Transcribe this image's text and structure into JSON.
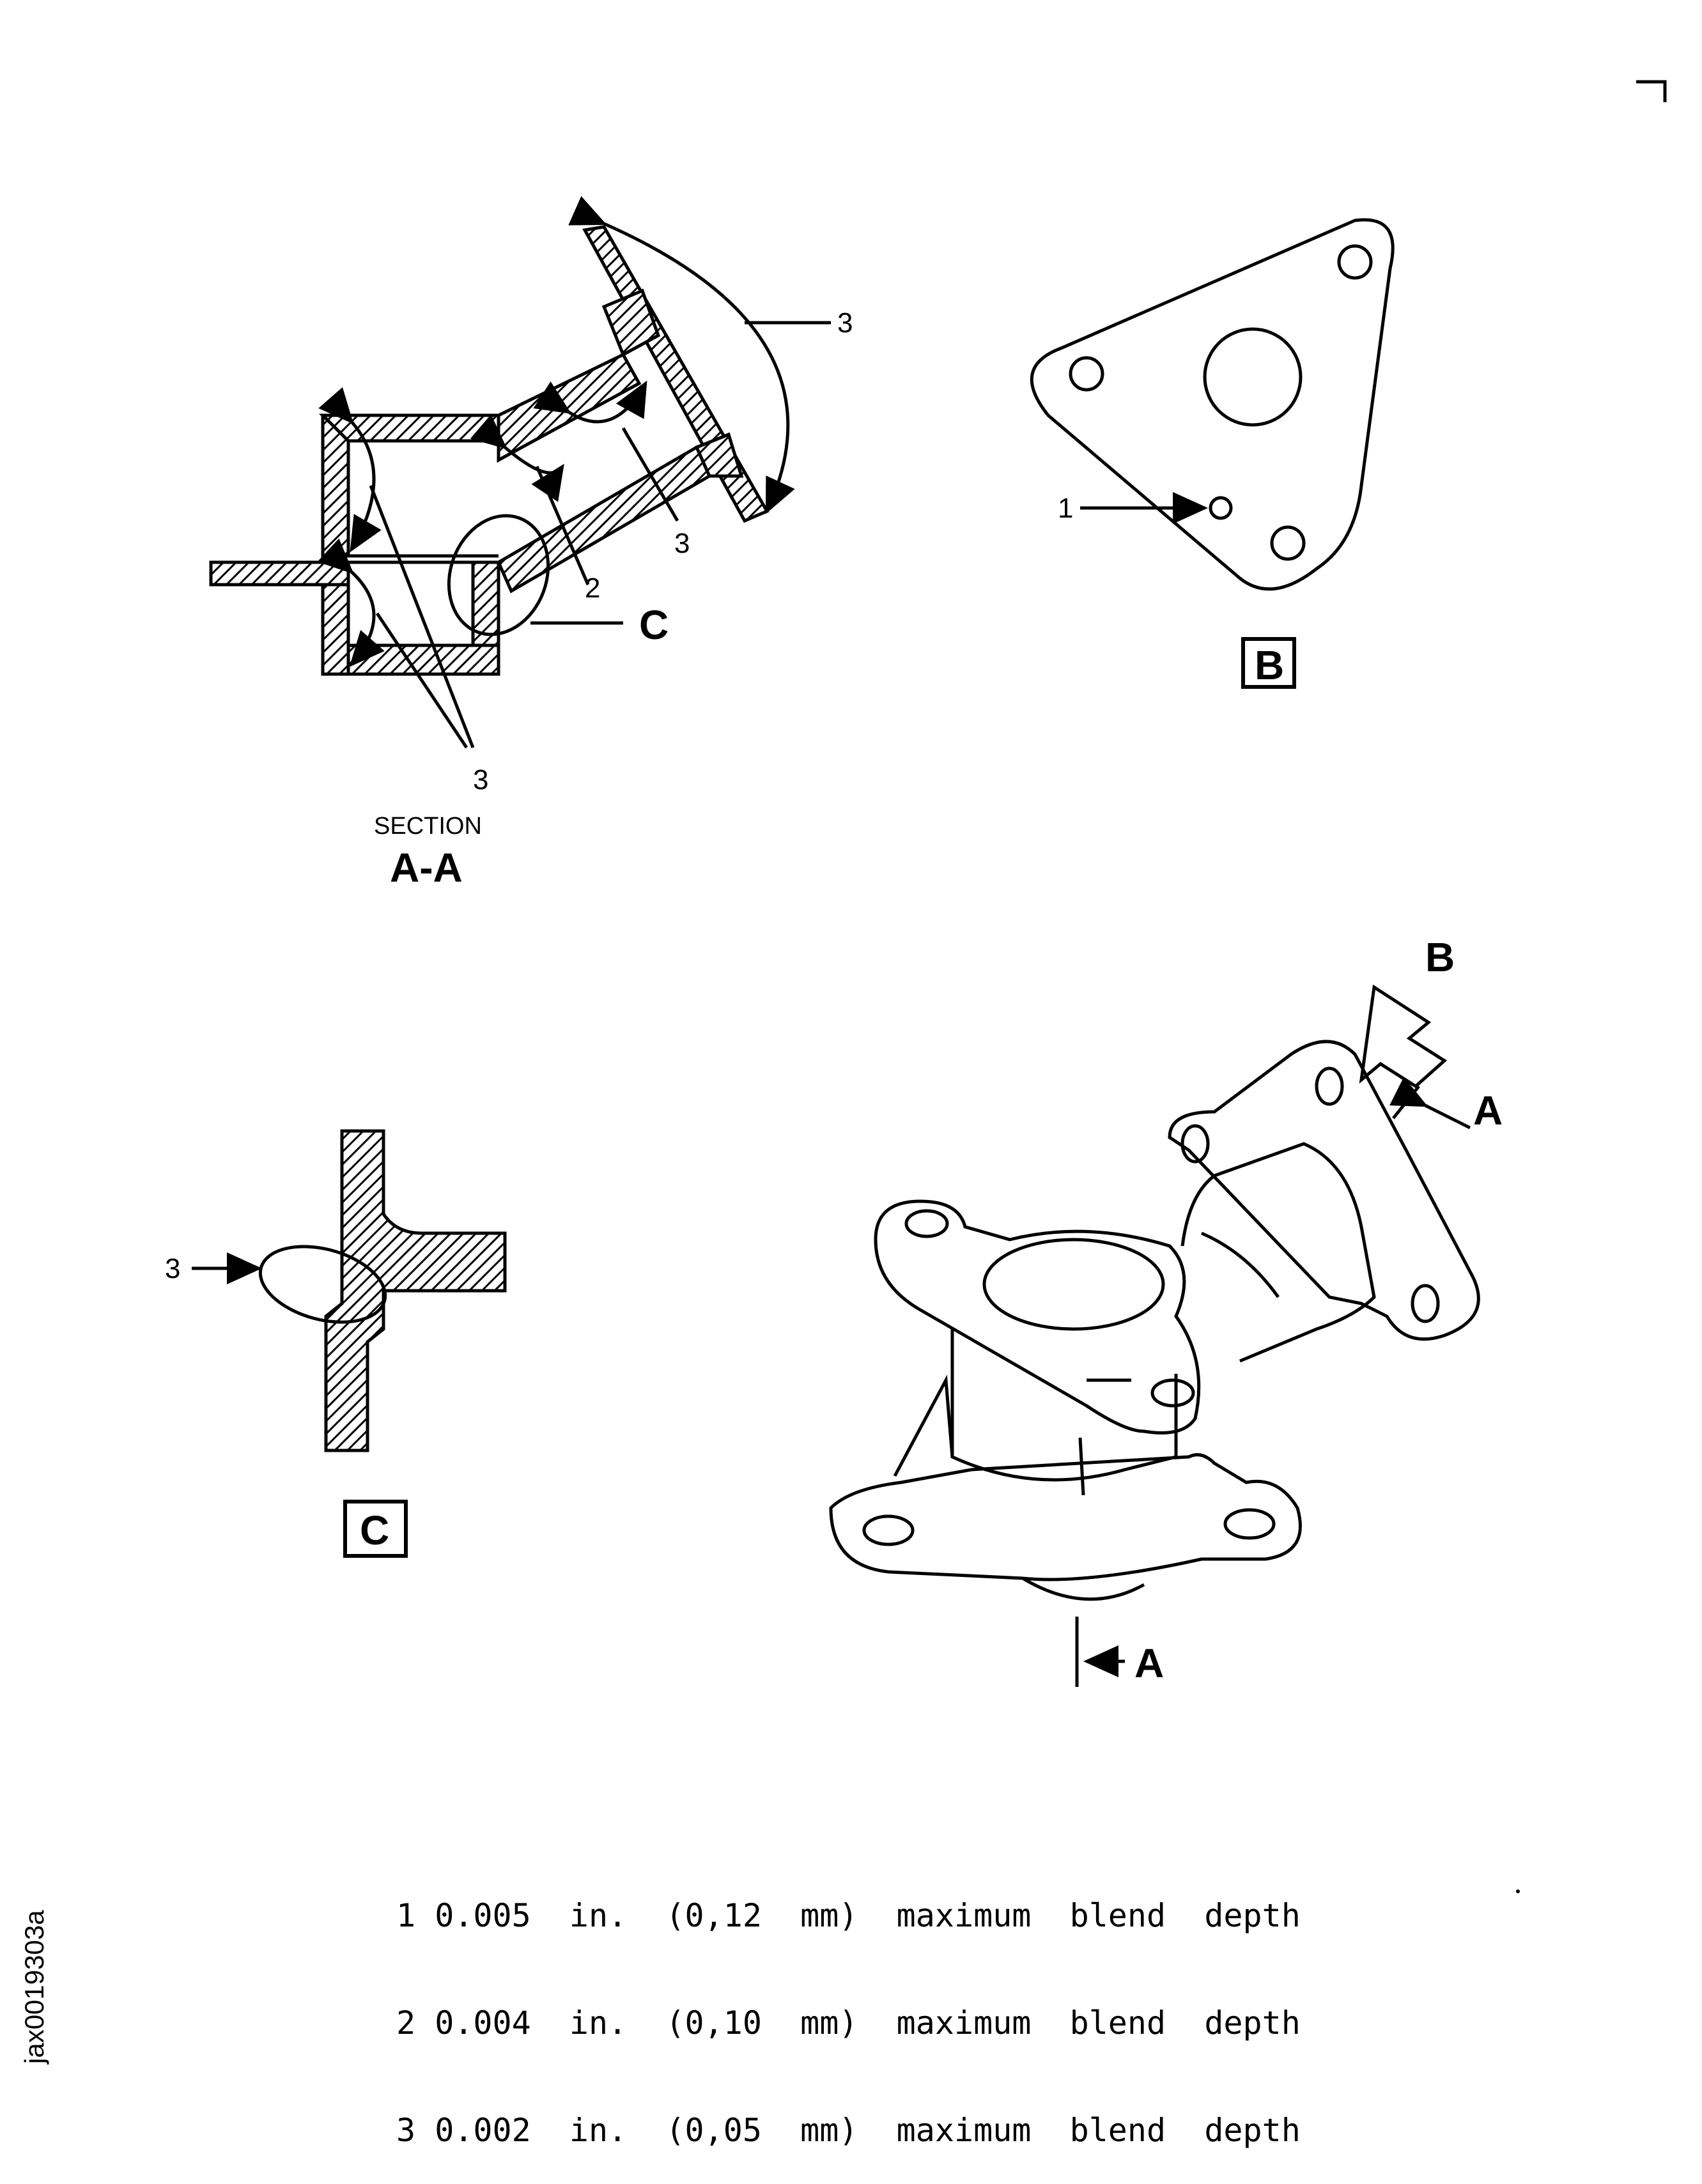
{
  "figure_id": "jax0019303a",
  "section_aa": {
    "word": "SECTION",
    "name": "A-A",
    "callouts": [
      "3",
      "3",
      "2",
      "3",
      "3"
    ],
    "detail_ref": "C"
  },
  "view_b": {
    "name": "B",
    "callout": "1"
  },
  "detail_c": {
    "name": "C",
    "callout": "3"
  },
  "iso_view": {
    "view_arrow": "B",
    "section_mark_upper": "A",
    "section_mark_lower": "A"
  },
  "legend": [
    {
      "num": "1",
      "text": "0.005  in.  (0,12  mm)  maximum  blend  depth"
    },
    {
      "num": "2",
      "text": "0.004  in.  (0,10  mm)  maximum  blend  depth"
    },
    {
      "num": "3",
      "text": "0.002  in.  (0,05  mm)  maximum  blend  depth"
    }
  ]
}
